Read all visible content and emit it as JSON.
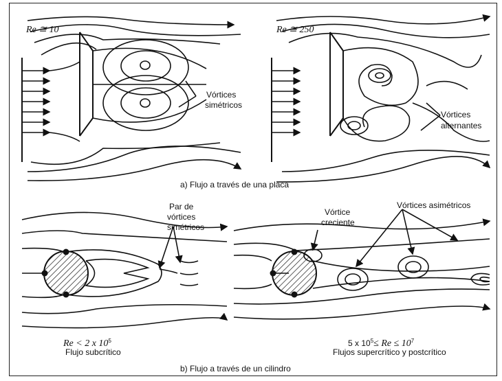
{
  "figure": {
    "top_left_re": "Re ≅ 10",
    "top_right_re": "Re ≅ 250",
    "vortices_symmetric_1": "Vórtices",
    "vortices_symmetric_2": "simétricos",
    "vortices_alternating_1": "Vórtices",
    "vortices_alternating_2": "alternantes",
    "caption_a": "a) Flujo a través de una placa",
    "pair_1": "Par de",
    "pair_2": "vórtices",
    "pair_3": "simétricos",
    "growing_1": "Vórtice",
    "growing_2": "creciente",
    "asymmetric": "Vórtices asimétricos",
    "subcritical_re_prefix": "Re < 2 x 10",
    "subcritical_re_exp": "5",
    "subcritical": "Flujo subcrítico",
    "super_re_a": "5 x 10",
    "super_re_a_exp": "5",
    "super_re_b": "≤  Re ≤ 10",
    "super_re_b_exp": "7",
    "supercritical": "Flujos supercrítico y postcrítico",
    "caption_b": "b) Flujo a través de un cilindro"
  },
  "colors": {
    "ink": "#111111",
    "background": "#ffffff"
  }
}
